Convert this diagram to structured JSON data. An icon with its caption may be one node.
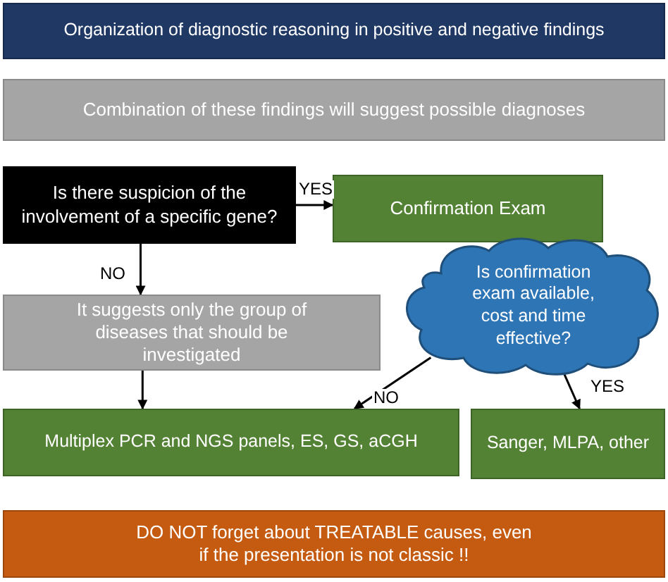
{
  "diagram": {
    "nodes": [
      {
        "text": [
          "Organization of diagnostic reasoning in positive and negative findings"
        ]
      },
      {
        "text": [
          "Combination of these findings will suggest possible diagnoses"
        ]
      },
      {
        "text": [
          "Is there suspicion of the involvement of a specific gene?"
        ]
      },
      {
        "text": [
          "Confirmation Exam"
        ]
      },
      {
        "text": [
          "Is confirmation exam available, cost and time effective?"
        ]
      },
      {
        "text": [
          "It suggests only the group of diseases that should be investigated"
        ]
      },
      {
        "text": [
          "Multiplex PCR and NGS panels, ES, GS, aCGH"
        ]
      },
      {
        "text": [
          "Sanger, MLPA, other"
        ]
      },
      {
        "text": [
          "DO NOT forget about TREATABLE causes, even if the presentation is not classic !!"
        ]
      }
    ],
    "edges": [
      {
        "from": 2,
        "to": 3,
        "arrow": "to",
        "label": "YES"
      },
      {
        "from": 2,
        "to": 5,
        "arrow": "to",
        "label": "NO"
      },
      {
        "from": 5,
        "to": 6,
        "arrow": "to"
      },
      {
        "from": 4,
        "to": 6,
        "arrow": "to",
        "label": "NO"
      },
      {
        "from": 4,
        "to": 7,
        "arrow": "to",
        "label": "YES"
      }
    ]
  }
}
